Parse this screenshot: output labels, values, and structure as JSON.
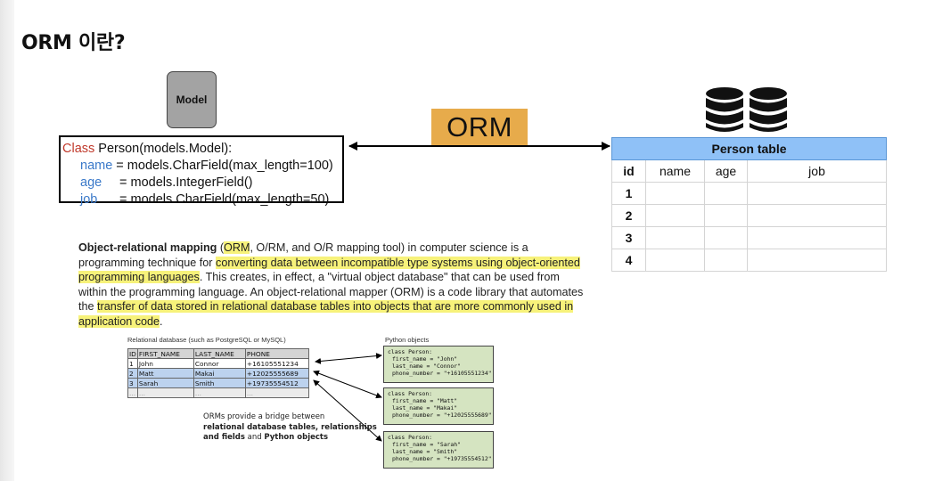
{
  "title": "ORM 이란?",
  "model_box": {
    "label": "Model"
  },
  "code": {
    "class_keyword": "Class",
    "class_decl": " Person(models.Model):",
    "fields": [
      {
        "name": "name",
        "assign": " = models.CharField(max_length=100)"
      },
      {
        "name": "age",
        "assign": "= models.IntegerField()"
      },
      {
        "name": "job",
        "assign": "= models.CharField(max_length=50)"
      }
    ]
  },
  "orm_label": "ORM",
  "person_table": {
    "caption": "Person table",
    "headers": [
      "id",
      "name",
      "age",
      "job"
    ],
    "ids": [
      "1",
      "2",
      "3",
      "4"
    ]
  },
  "paragraph": {
    "p1": "Object-relational mapping",
    "p2": " (",
    "p3": "ORM",
    "p4": ", O/RM, and O/R mapping tool) in computer science is a programming technique for ",
    "p5": "converting data between incompatible type systems using object-oriented programming languages",
    "p6": ". This creates, in effect, a \"virtual object database\" that can be used from within the programming language. An object-relational mapper (ORM) is a code library that automates the ",
    "p7": "transfer of data stored in relational database tables into objects that are more commonly used in application code",
    "p8": "."
  },
  "figure": {
    "rdb_label": "Relational database (such as PostgreSQL or MySQL)",
    "py_label": "Python objects",
    "rdb_headers": [
      "ID",
      "FIRST_NAME",
      "LAST_NAME",
      "PHONE"
    ],
    "rdb_rows": [
      [
        "1",
        "John",
        "Connor",
        "+16105551234"
      ],
      [
        "2",
        "Matt",
        "Makai",
        "+12025555689"
      ],
      [
        "3",
        "Sarah",
        "Smith",
        "+19735554512"
      ],
      [
        "...",
        "...",
        "...",
        "..."
      ]
    ],
    "py_objects": [
      [
        "class Person:",
        "first_name = \"John\"",
        "last_name = \"Connor\"",
        "phone_number = \"+16105551234\""
      ],
      [
        "class Person:",
        "first_name = \"Matt\"",
        "last_name = \"Makai\"",
        "phone_number = \"+12025555689\""
      ],
      [
        "class Person:",
        "first_name = \"Sarah\"",
        "last_name = \"Smith\"",
        "phone_number = \"+19735554512\""
      ]
    ],
    "bridge_note": {
      "l1": "ORMs provide a bridge between",
      "l2": "relational database tables, relationships",
      "l3a": "and fields",
      "l3b": " and ",
      "l3c": "Python objects"
    }
  },
  "colors": {
    "orm_badge": "#e7ab4b",
    "table_caption": "#8fc1f7",
    "highlight": "#f7f27a",
    "field_name": "#3a79c9",
    "class_keyword": "#c0392b",
    "python_box": "#d5e4c1"
  },
  "icons": {
    "database": "database-stack-icon",
    "arrow": "double-headed-arrow"
  }
}
